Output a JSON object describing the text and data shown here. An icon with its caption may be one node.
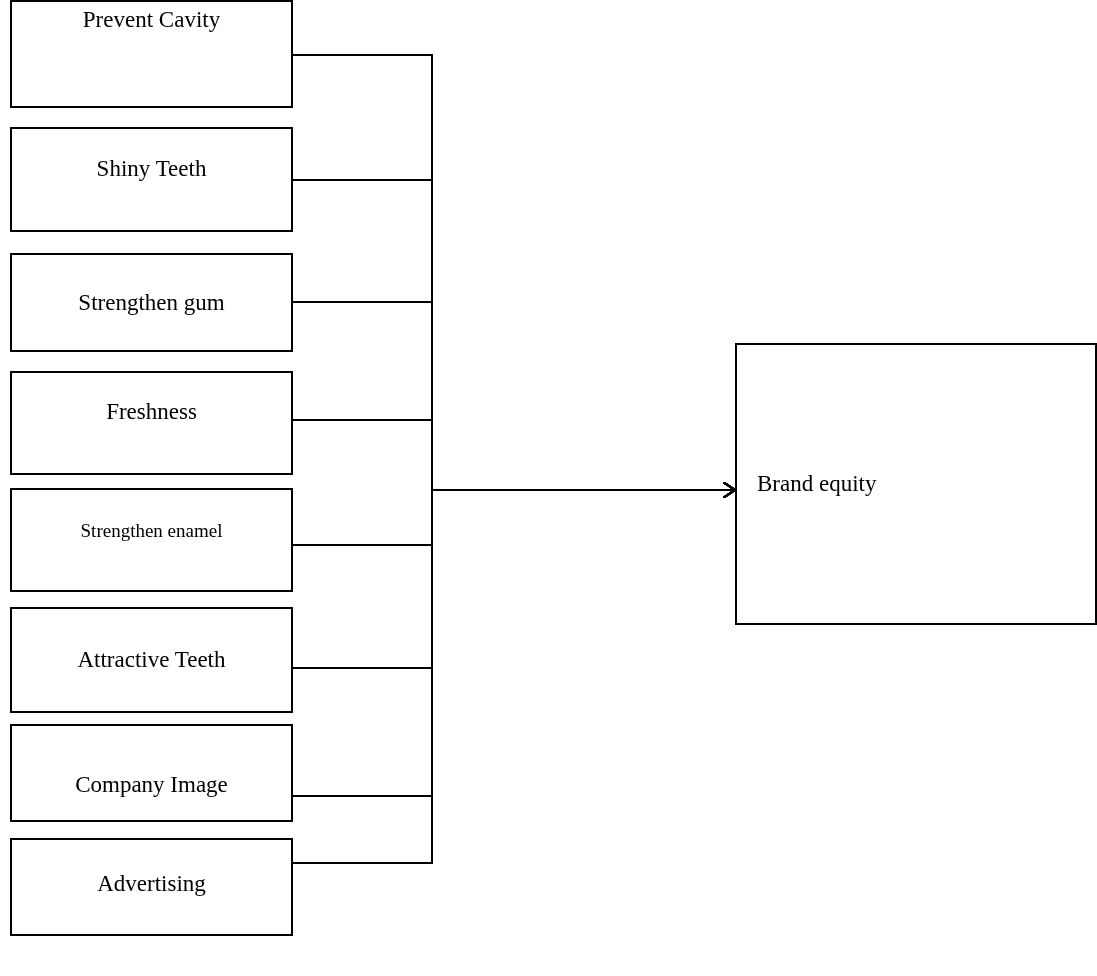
{
  "diagram": {
    "nodes": [
      {
        "text": [
          "Prevent Cavity"
        ]
      },
      {
        "text": [
          "Shiny Teeth"
        ]
      },
      {
        "text": [
          "Strengthen gum"
        ]
      },
      {
        "text": [
          "Freshness"
        ]
      },
      {
        "text": [
          "Strengthen enamel"
        ]
      },
      {
        "text": [
          "Attractive Teeth"
        ]
      },
      {
        "text": [
          "Company Image"
        ]
      },
      {
        "text": [
          "Advertising"
        ]
      },
      {
        "text": [
          "Brand equity"
        ]
      }
    ],
    "edges": [
      {
        "from": 0,
        "to": 8,
        "arrow": "to"
      },
      {
        "from": 1,
        "to": 8,
        "arrow": "to"
      },
      {
        "from": 2,
        "to": 8,
        "arrow": "to"
      },
      {
        "from": 3,
        "to": 8,
        "arrow": "to"
      },
      {
        "from": 4,
        "to": 8,
        "arrow": "to"
      },
      {
        "from": 5,
        "to": 8,
        "arrow": "to"
      },
      {
        "from": 6,
        "to": 8,
        "arrow": "to"
      },
      {
        "from": 7,
        "to": 8,
        "arrow": "to"
      }
    ]
  }
}
